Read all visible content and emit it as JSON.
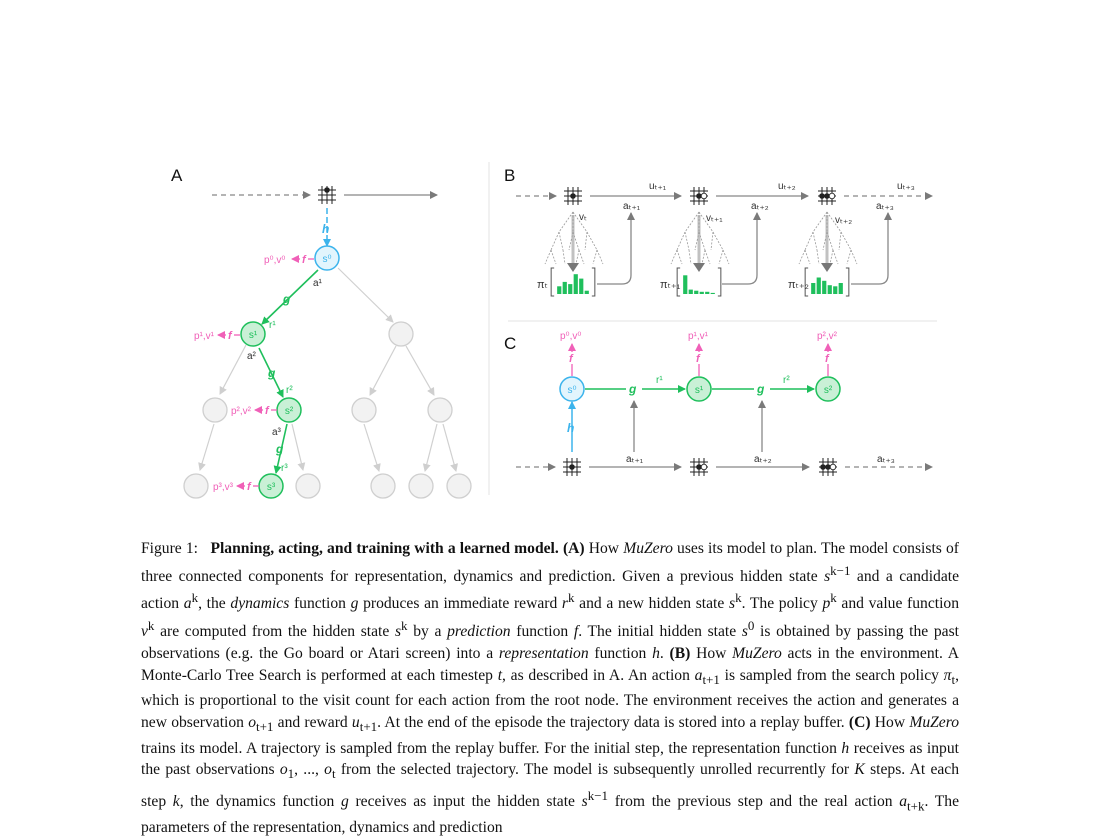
{
  "panels": {
    "a": {
      "label": "A",
      "h": "h",
      "g": "g",
      "f": "f",
      "nodes": [
        "s⁰",
        "s¹",
        "s²",
        "s³"
      ],
      "pv": [
        "p⁰,v⁰",
        "p¹,v¹",
        "p²,v²",
        "p³,v³"
      ],
      "actions": [
        "a¹",
        "a²",
        "a³"
      ],
      "rewards": [
        "r¹",
        "r²",
        "r³"
      ]
    },
    "b": {
      "label": "B",
      "u": [
        "uₜ₊₁",
        "uₜ₊₂",
        "uₜ₊₃"
      ],
      "a": [
        "aₜ₊₁",
        "aₜ₊₂",
        "aₜ₊₃"
      ],
      "v": [
        "vₜ",
        "vₜ₊₁",
        "vₜ₊₂"
      ],
      "pi": [
        "πₜ",
        "πₜ₊₁",
        "πₜ₊₂"
      ],
      "histograms": [
        [
          0.35,
          0.55,
          0.45,
          0.9,
          0.7,
          0.15
        ],
        [
          0.85,
          0.2,
          0.15,
          0.1,
          0.1,
          0.05
        ],
        [
          0.5,
          0.75,
          0.6,
          0.4,
          0.35,
          0.5
        ]
      ]
    },
    "c": {
      "label": "C",
      "h": "h",
      "g": "g",
      "f": "f",
      "nodes": [
        "s⁰",
        "s¹",
        "s²"
      ],
      "pv": [
        "p⁰,v⁰",
        "p¹,v¹",
        "p²,v²"
      ],
      "rewards": [
        "r¹",
        "r²"
      ],
      "actions": [
        "aₜ₊₁",
        "aₜ₊₂",
        "aₜ₊₃"
      ]
    }
  },
  "colors": {
    "pink": "#f060b8",
    "blue": "#3cb4ec",
    "green": "#1fbf5c",
    "greenFill": "#c9f0d6",
    "blueFill": "#e2f5fd",
    "gray": "#7a7a7a",
    "lightGray": "#d0d0d0"
  },
  "caption": {
    "prefix": "Figure 1:",
    "title": "Planning, acting, and training with a learned model.",
    "tA": "(A)",
    "s1": " How ",
    "muzero": "MuZero",
    "s2": " uses its model to plan. The model consists of three connected components for representation, dynamics and prediction. Given a previous hidden state ",
    "skm1": "s",
    "skm1sup": "k−1",
    "s3": " and a candidate action ",
    "ak": "a",
    "aksup": "k",
    "s4": ", the ",
    "dynamics": "dynamics",
    "s5": " function ",
    "g": "g",
    "s6": " produces an immediate reward ",
    "rk": "r",
    "rksup": "k",
    "s7": " and a new hidden state ",
    "sk": "s",
    "sksup": "k",
    "s8": ". The policy ",
    "pk": "p",
    "pksup": "k",
    "s9": " and value function ",
    "vk": "v",
    "vksup": "k",
    "s10": " are computed from the hidden state ",
    "sk2": "s",
    "sk2sup": "k",
    "s11": " by a ",
    "prediction": "prediction",
    "s12": " function ",
    "f": "f",
    "s13": ". The initial hidden state ",
    "s0": "s",
    "s0sup": "0",
    "s14": " is obtained by passing the past observations (e.g. the Go board or Atari screen) into a ",
    "representation": "representation",
    "s15": " function ",
    "h": "h",
    "s16": ". ",
    "tB": "(B)",
    "s17": " How ",
    "muzero2": "MuZero",
    "s18": " acts in the environment. A Monte-Carlo Tree Search is performed at each timestep ",
    "t": "t",
    "s19": ", as described in A. An action ",
    "at1": "a",
    "at1sub": "t+1",
    "s20": " is sampled from the search policy ",
    "pit": "π",
    "pitsub": "t",
    "s21": ", which is proportional to the visit count for each action from the root node. The environment receives the action and generates a new observation ",
    "ot1": "o",
    "ot1sub": "t+1",
    "s22": " and reward ",
    "ut1": "u",
    "ut1sub": "t+1",
    "s23": ". At the end of the episode the trajectory data is stored into a replay buffer. ",
    "tC": "(C)",
    "s24": " How ",
    "muzero3": "MuZero",
    "s25": " trains its model. A trajectory is sampled from the replay buffer. For the initial step, the representation function ",
    "h2": "h",
    "s26": " receives as input the past observations ",
    "o1": "o",
    "o1sub": "1",
    "s27": ", ..., ",
    "ot": "o",
    "otsub": "t",
    "s28": " from the selected trajectory. The model is subsequently unrolled recurrently for ",
    "K": "K",
    "s29": " steps. At each step ",
    "k": "k",
    "s30": ", the dynamics function ",
    "g2": "g",
    "s31": " receives as input the hidden state ",
    "skm1b": "s",
    "skm1bsup": "k−1",
    "s32": " from the previous step and the real action ",
    "atk": "a",
    "atksub": "t+k",
    "s33": ". The parameters of the representation, dynamics and prediction"
  }
}
